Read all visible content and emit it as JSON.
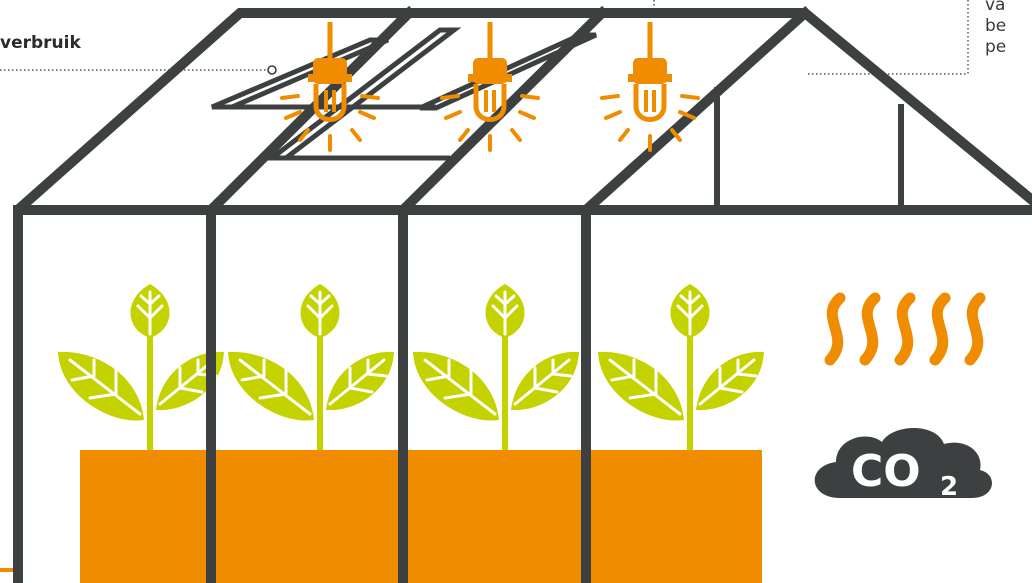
{
  "callouts": {
    "left_label": "verbruik",
    "right_lines": [
      "va",
      "be",
      "pe"
    ]
  },
  "co2_label": "CO",
  "co2_subscript": "2",
  "plants": {
    "count": 4
  },
  "lamps": {
    "count": 3
  },
  "heat_waves": {
    "count": 5
  },
  "colors": {
    "frame": "#3d4040",
    "orange": "#f08c00",
    "leaf": "#c4d200",
    "text": "#2b2b2b",
    "cloud": "#3d4040",
    "cloud_text": "#ffffff"
  }
}
